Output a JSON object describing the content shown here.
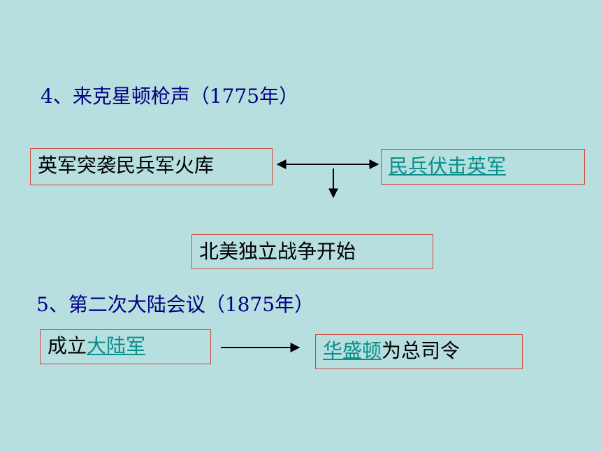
{
  "section4": {
    "title": "4、来克星顿枪声（1775年）",
    "left_box": "英军突袭民兵军火库",
    "right_box": "民兵伏击英军",
    "result_box": "北美独立战争开始"
  },
  "section5": {
    "title": "5、第二次大陆会议（1875年）",
    "left_prefix": "成立",
    "left_link": "大陆军",
    "right_link": "华盛顿",
    "right_suffix": "为总司令"
  },
  "colors": {
    "background": "#b7dfe0",
    "heading": "#000080",
    "box_border": "#d2473a",
    "link": "#0a8f8a"
  }
}
